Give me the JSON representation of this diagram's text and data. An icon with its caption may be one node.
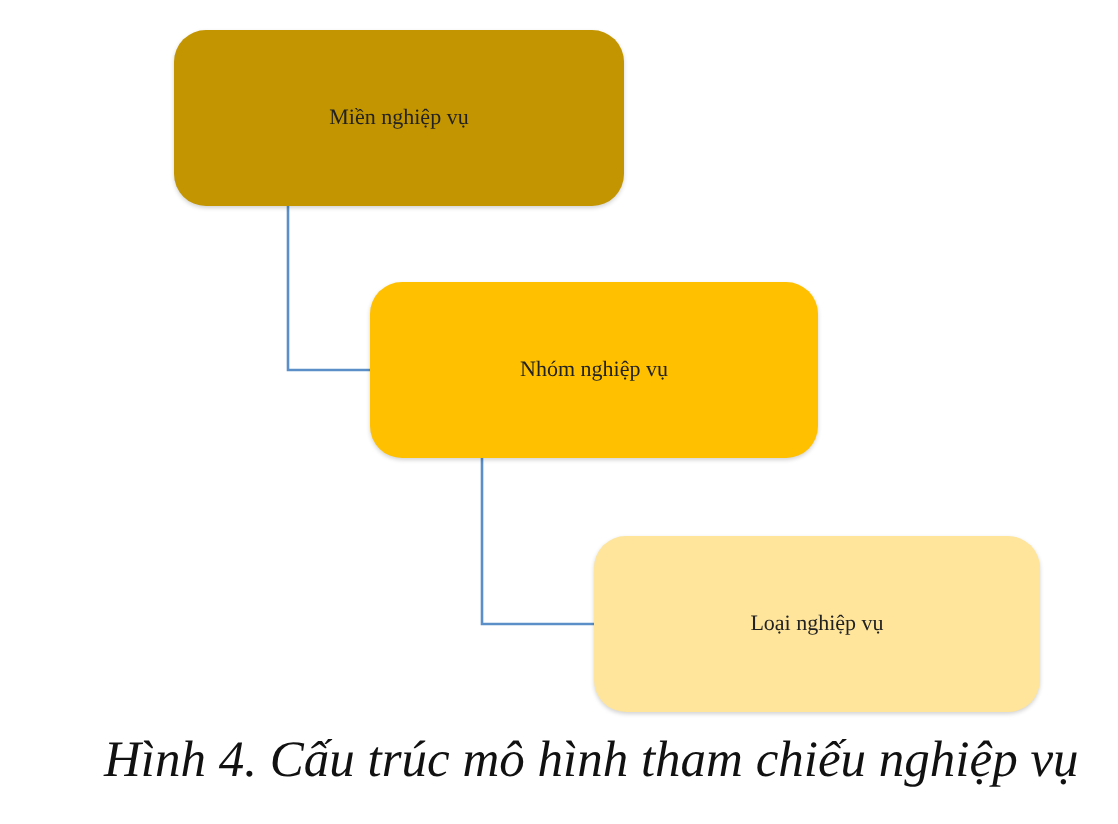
{
  "diagram": {
    "caption": "Hình 4. Cấu trúc mô hình tham chiếu nghiệp vụ",
    "nodes": [
      {
        "text": [
          "Miền nghiệp vụ"
        ]
      },
      {
        "text": [
          "Nhóm nghiệp vụ"
        ]
      },
      {
        "text": [
          "Loại nghiệp vụ"
        ]
      }
    ],
    "edges": [
      {
        "from": 0,
        "to": 1,
        "arrow": "none"
      },
      {
        "from": 1,
        "to": 2,
        "arrow": "none"
      }
    ]
  }
}
